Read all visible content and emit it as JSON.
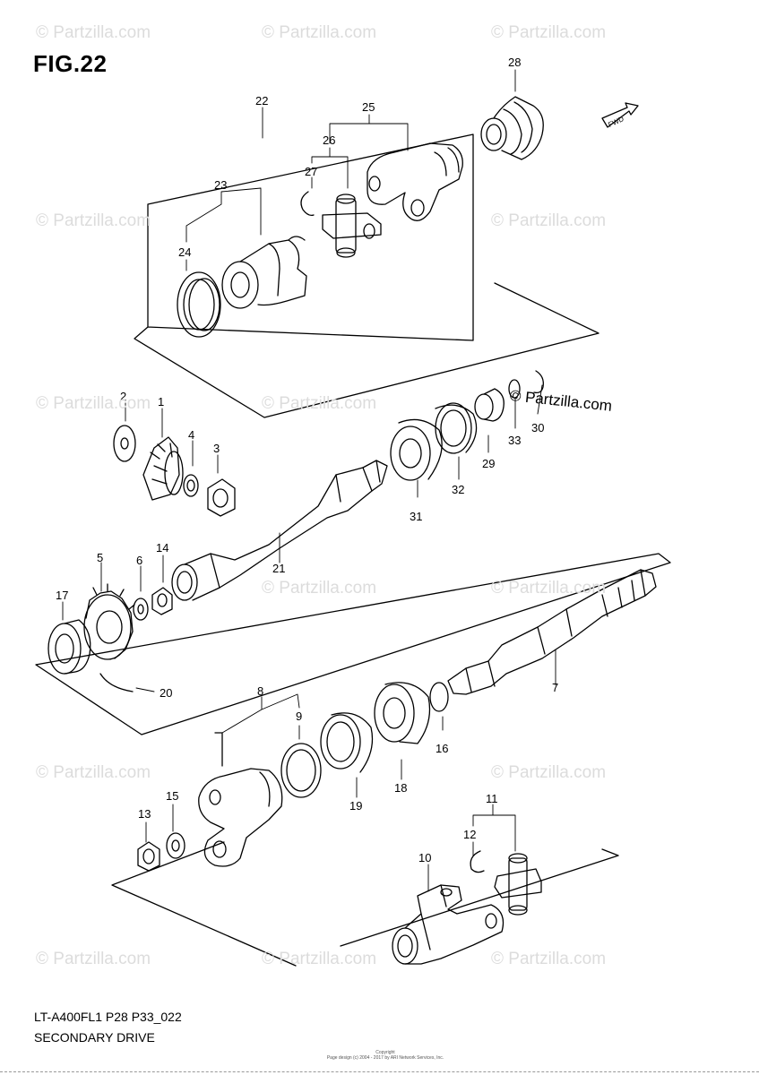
{
  "figure": {
    "title": "FIG.22"
  },
  "footer": {
    "code": "LT-A400FL1 P28 P33_022",
    "title": "SECONDARY DRIVE"
  },
  "copyright": {
    "line1": "Copyright",
    "line2": "Page design (c) 2004 - 2017 by ARI Network Services, Inc."
  },
  "site_label": "© Partzilla.com",
  "watermark": "© Partzilla.com",
  "fwd_label": "FWD",
  "callouts": [
    "1",
    "2",
    "3",
    "4",
    "5",
    "6",
    "7",
    "8",
    "9",
    "10",
    "11",
    "12",
    "13",
    "14",
    "15",
    "16",
    "17",
    "18",
    "19",
    "20",
    "21",
    "22",
    "23",
    "24",
    "25",
    "26",
    "27",
    "28",
    "29",
    "30",
    "31",
    "32",
    "33"
  ]
}
